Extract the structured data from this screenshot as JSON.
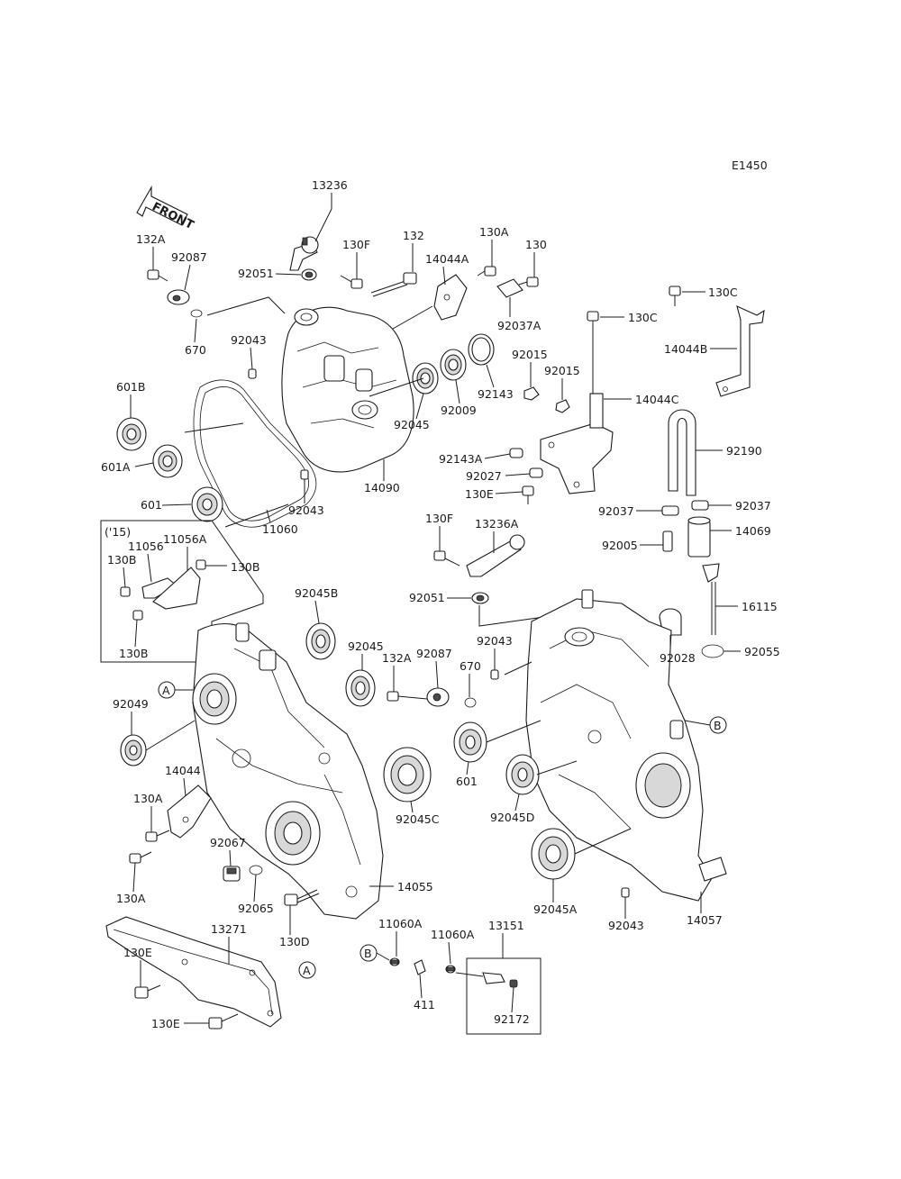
{
  "diagram_code": "E1450",
  "front_arrow_text": "FRONT",
  "year_box_label": "('15)",
  "markers": {
    "a": "A",
    "b": "B"
  },
  "labels": {
    "13236": "13236",
    "132A_top": "132A",
    "92087_top": "92087",
    "130F_top": "130F",
    "132": "132",
    "130A_top": "130A",
    "130_top": "130",
    "14044A": "14044A",
    "92051_top": "92051",
    "670_top": "670",
    "92043_top": "92043",
    "92037A": "92037A",
    "130C_right": "130C",
    "130C_mid": "130C",
    "14044B": "14044B",
    "92015_a": "92015",
    "92015_b": "92015",
    "92143": "92143",
    "14044C": "14044C",
    "601B": "601B",
    "92009": "92009",
    "92045_top": "92045",
    "601A": "601A",
    "92190": "92190",
    "92143A": "92143A",
    "92027": "92027",
    "14090": "14090",
    "130E_mid": "130E",
    "601_top": "601",
    "92043_mid": "92043",
    "11060": "11060",
    "92037_left": "92037",
    "92037_right": "92037",
    "130F_mid": "130F",
    "13236A": "13236A",
    "14069": "14069",
    "92005": "92005",
    "11056": "11056",
    "11056A": "11056A",
    "130B_a": "130B",
    "130B_b": "130B",
    "130B_c": "130B",
    "92045B": "92045B",
    "92051_mid": "92051",
    "16115": "16115",
    "92045_mid": "92045",
    "92043_r": "92043",
    "132A_mid": "132A",
    "92087_mid": "92087",
    "670_mid": "670",
    "92028": "92028",
    "92055": "92055",
    "92049": "92049",
    "601_mid": "601",
    "14044": "14044",
    "130A_left": "130A",
    "92045C": "92045C",
    "92045D": "92045D",
    "92067": "92067",
    "130A_bottom": "130A",
    "92065": "92065",
    "14055": "14055",
    "92045A": "92045A",
    "130D": "130D",
    "92043_bottom": "92043",
    "14057": "14057",
    "13271": "13271",
    "11060A_a": "11060A",
    "11060A_b": "11060A",
    "13151": "13151",
    "130E_bl": "130E",
    "130E_bl2": "130E",
    "411": "411",
    "92172": "92172"
  }
}
